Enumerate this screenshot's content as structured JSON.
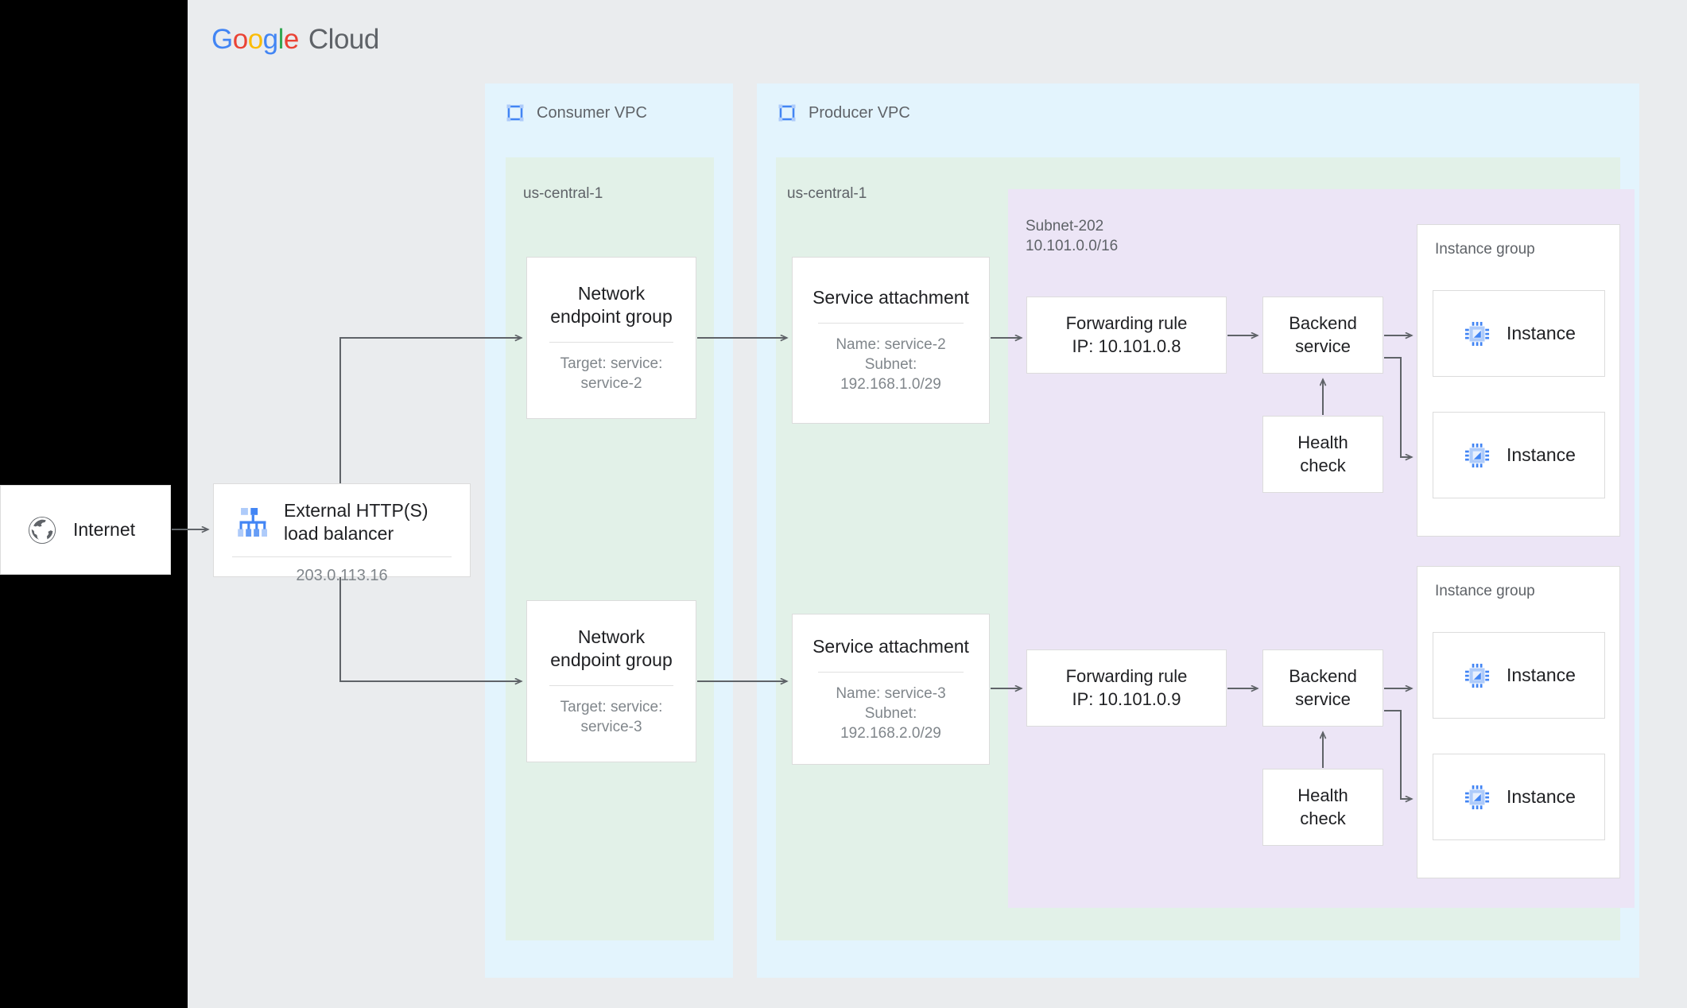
{
  "brand": {
    "logo_google": [
      "G",
      "o",
      "o",
      "g",
      "l",
      "e"
    ],
    "logo_cloud": "Cloud",
    "colors": {
      "blue": "#4285F4",
      "red": "#EA4335",
      "yellow": "#FBBC05",
      "green": "#34A853",
      "grey_text": "#5f6368",
      "page_bg": "#eaecee",
      "vpc_bg": "#e3f4fd",
      "region_bg": "#e2f1e8",
      "subnet_bg": "#ece5f6",
      "node_bg": "#ffffff",
      "connector": "#5f6368"
    }
  },
  "internet": {
    "label": "Internet",
    "icon": "globe-icon"
  },
  "load_balancer": {
    "title": "External HTTP(S) load balancer",
    "title_line1": "External HTTP(S)",
    "title_line2": "load balancer",
    "ip": "203.0.113.16",
    "icon": "load-balancer-icon"
  },
  "consumer_vpc": {
    "label": "Consumer VPC",
    "icon": "vpc-network-icon",
    "region": "us-central-1",
    "nodes": [
      {
        "title_line1": "Network",
        "title_line2": "endpoint group",
        "sub_line1": "Target: service:",
        "sub_line2": "service-2"
      },
      {
        "title_line1": "Network",
        "title_line2": "endpoint group",
        "sub_line1": "Target: service:",
        "sub_line2": "service-3"
      }
    ]
  },
  "producer_vpc": {
    "label": "Producer VPC",
    "icon": "vpc-network-icon",
    "region": "us-central-1",
    "subnet": {
      "name": "Subnet-202",
      "cidr": "10.101.0.0/16"
    },
    "service_attachments": [
      {
        "title": "Service attachment",
        "name": "Name: service-2",
        "subnet_label": "Subnet:",
        "subnet_cidr": "192.168.1.0/29"
      },
      {
        "title": "Service attachment",
        "name": "Name: service-3",
        "subnet_label": "Subnet:",
        "subnet_cidr": "192.168.2.0/29"
      }
    ],
    "forwarding_rules": [
      {
        "title": "Forwarding rule",
        "ip": "IP: 10.101.0.8"
      },
      {
        "title": "Forwarding rule",
        "ip": "IP: 10.101.0.9"
      }
    ],
    "backend_services": [
      {
        "line1": "Backend",
        "line2": "service"
      },
      {
        "line1": "Backend",
        "line2": "service"
      }
    ],
    "health_checks": [
      {
        "line1": "Health",
        "line2": "check"
      },
      {
        "line1": "Health",
        "line2": "check"
      }
    ],
    "instance_groups": [
      {
        "label": "Instance group",
        "instances": [
          {
            "label": "Instance",
            "icon": "vm-instance-icon"
          },
          {
            "label": "Instance",
            "icon": "vm-instance-icon"
          }
        ]
      },
      {
        "label": "Instance group",
        "instances": [
          {
            "label": "Instance",
            "icon": "vm-instance-icon"
          },
          {
            "label": "Instance",
            "icon": "vm-instance-icon"
          }
        ]
      }
    ]
  }
}
